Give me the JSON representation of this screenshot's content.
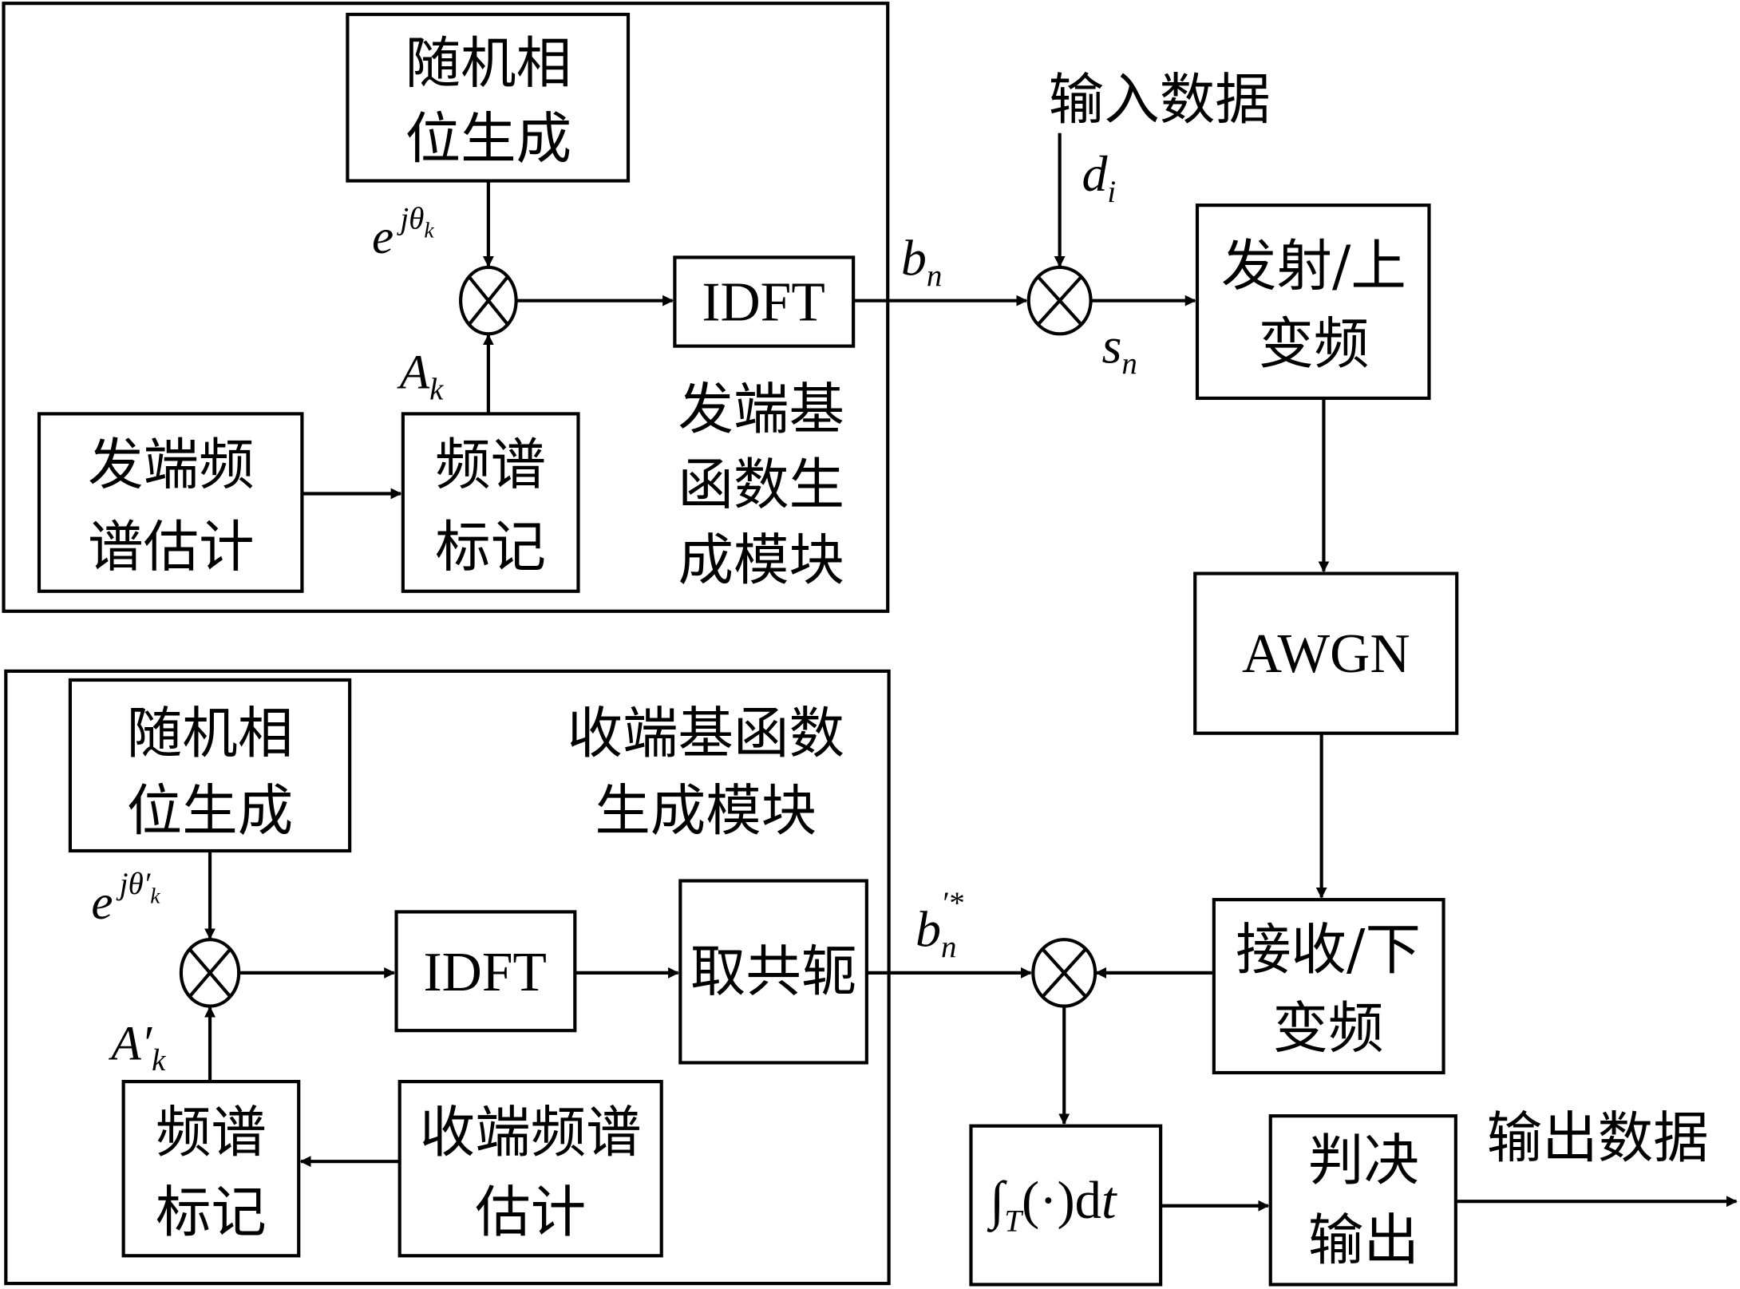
{
  "transmitter_module": {
    "title_lines": [
      "发端基",
      "函数生",
      "成模块"
    ],
    "random_phase": [
      "随机相",
      "位生成"
    ],
    "spectrum_estimate": [
      "发端频",
      "谱估计"
    ],
    "spectrum_mark": [
      "频谱",
      "标记"
    ],
    "idft": "IDFT",
    "phase_label": {
      "base": "e",
      "sup": "jθ",
      "sub": "k"
    },
    "amp_label": {
      "base": "A",
      "sub": "k"
    }
  },
  "receiver_module": {
    "title_lines": [
      "收端基函数",
      "生成模块"
    ],
    "random_phase": [
      "随机相",
      "位生成"
    ],
    "spectrum_estimate": [
      "收端频谱",
      "估计"
    ],
    "spectrum_mark": [
      "频谱",
      "标记"
    ],
    "idft": "IDFT",
    "conjugate": "取共轭",
    "phase_label": {
      "base": "e",
      "sup": "jθ′",
      "sub": "k"
    },
    "amp_label": {
      "base": "A′",
      "sub": "k"
    }
  },
  "channel": {
    "input_data": "输入数据",
    "input_symbol": {
      "base": "d",
      "sub": "i"
    },
    "bn_label": {
      "base": "b",
      "sub": "n"
    },
    "sn_label": {
      "base": "s",
      "sub": "n"
    },
    "transmit_upconvert": [
      "发射/上",
      "变频"
    ],
    "awgn": "AWGN",
    "receive_downconvert": [
      "接收/下",
      "变频"
    ],
    "bn_conj_label": {
      "base": "b",
      "sub": "n",
      "sup": "′*"
    },
    "integrator": {
      "int": "∫",
      "sub": "T",
      "body": "(·)d",
      "var": "t"
    },
    "decision": [
      "判决",
      "输出"
    ],
    "output_data": "输出数据"
  }
}
